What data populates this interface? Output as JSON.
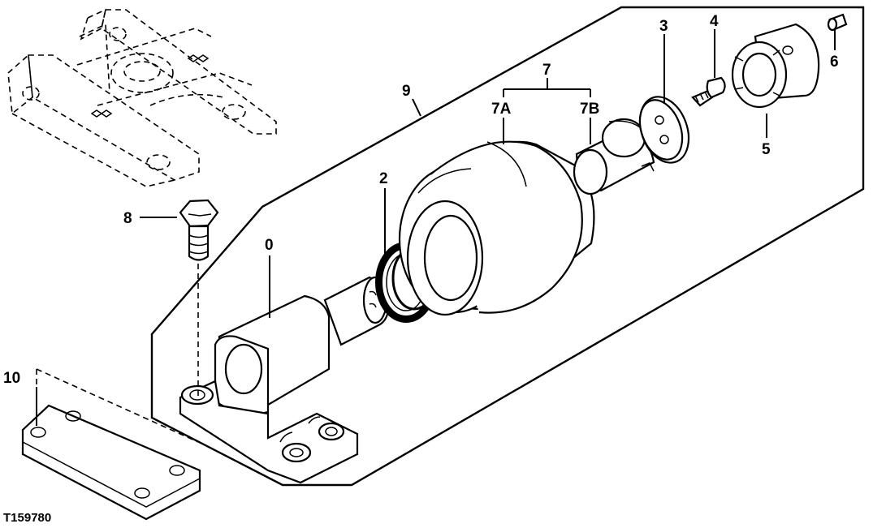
{
  "figure_id": "T159780",
  "callouts": {
    "c0": "0",
    "c2": "2",
    "c3": "3",
    "c4": "4",
    "c5": "5",
    "c6": "6",
    "c7": "7",
    "c7a": "7A",
    "c7b": "7B",
    "c8": "8",
    "c9": "9",
    "c10": "10"
  }
}
